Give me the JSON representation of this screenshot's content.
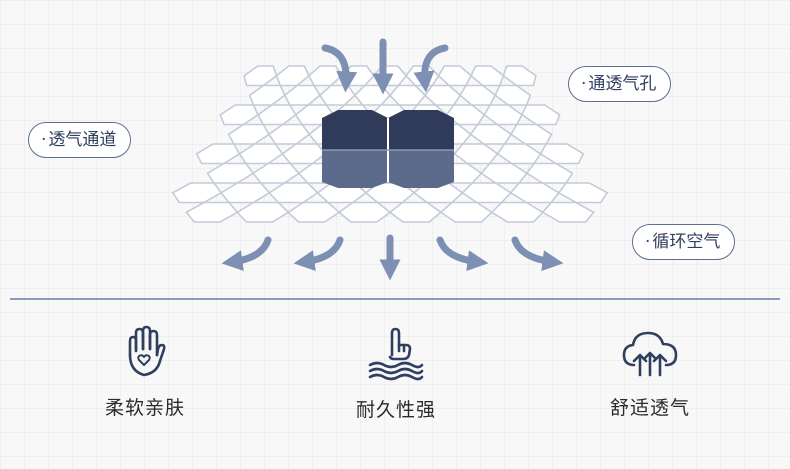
{
  "callouts": {
    "vent_hole": "通透气孔",
    "air_channel": "透气通道",
    "air_circulation": "循环空气",
    "bullet": "·"
  },
  "features": [
    {
      "label": "柔软亲肤",
      "icon": "hand-heart-icon"
    },
    {
      "label": "耐久性强",
      "icon": "press-wave-icon"
    },
    {
      "label": "舒适透气",
      "icon": "cloud-arrows-icon"
    }
  ],
  "colors": {
    "accent": "#5b6e8f",
    "arrow": "#7d8fb2",
    "mesh": "#c3cbd9",
    "block_dark": "#2f3b58",
    "block_mid": "#5c6a8c",
    "text": "#2b2b2b"
  }
}
